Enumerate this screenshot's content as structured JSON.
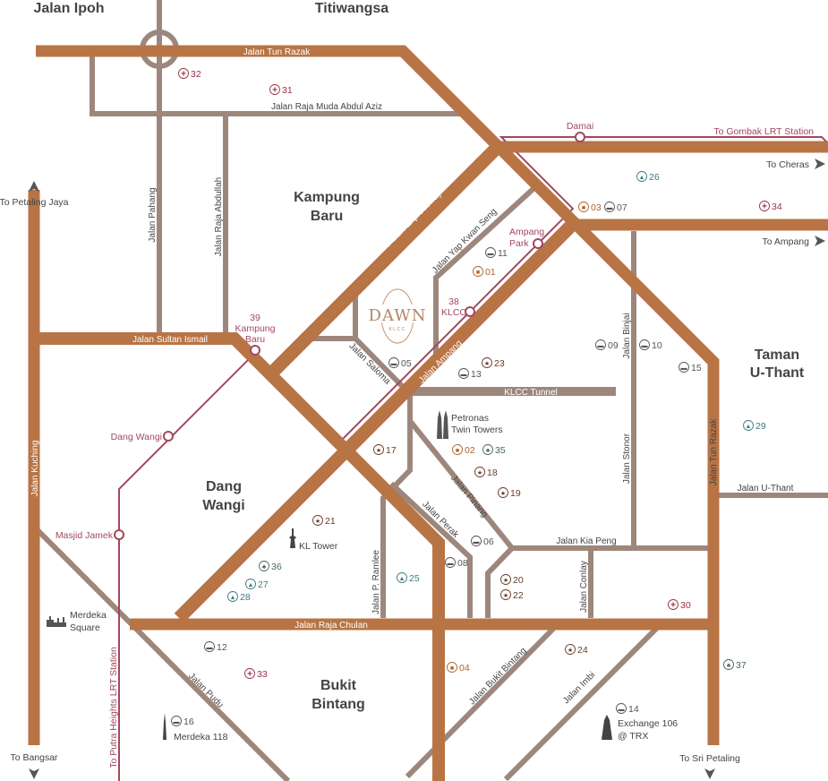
{
  "areas": {
    "jalan_ipoh": "Jalan Ipoh",
    "titiwangsa": "Titiwangsa",
    "kampung_baru": [
      "Kampung",
      "Baru"
    ],
    "taman_u_thant": [
      "Taman",
      "U-Thant"
    ],
    "dang_wangi": [
      "Dang",
      "Wangi"
    ],
    "bukit_bintang": [
      "Bukit",
      "Bintang"
    ]
  },
  "roads": {
    "tun_razak": "Jalan Tun Razak",
    "raja_muda": "Jalan Raja Muda Abdul Aziz",
    "pahang": "Jalan Pahang",
    "raja_abdullah": "Jalan Raja Abdullah",
    "akleh": "AKLEH Expressway",
    "yap_kwan_seng": "Jalan Yap Kwan Seng",
    "sultan_ismail": "Jalan Sultan Ismail",
    "saloma": "Jalan Saloma",
    "ampang": "Jalan Ampang",
    "klcc_tunnel": "KLCC Tunnel",
    "binjai": "Jalan Binjai",
    "stonor": "Jalan Stonor",
    "tun_razak_v": "Jalan Tun Razak",
    "u_thant": "Jalan U-Thant",
    "pinang": "Jalan Pinang",
    "perak": "Jalan Perak",
    "kia_peng": "Jalan Kia Peng",
    "p_ramlee": "Jalan P. Ramlee",
    "conlay": "Jalan Conlay",
    "raja_chulan": "Jalan Raja Chulan",
    "kuching": "Jalan Kuching",
    "pudu": "Jalan Pudu",
    "bukit_bintang": "Jalan Bukit Bintang",
    "imbi": "Jalan Imbi"
  },
  "directions": {
    "gombak": "To Gombak LRT Station",
    "cheras": "To Cheras",
    "ampang": "To Ampang",
    "petaling_jaya": "To Petaling Jaya",
    "bangsar": "To Bangsar",
    "sri_petaling": "To Sri Petaling",
    "putra_heights": "To Putra Heights LRT Station"
  },
  "stations": {
    "damai": "Damai",
    "ampang_park": [
      "Ampang",
      "Park"
    ],
    "klcc": [
      "38",
      "KLCC"
    ],
    "kampung_baru": [
      "39",
      "Kampung",
      "Baru"
    ],
    "dang_wangi": "Dang Wangi",
    "masjid_jamek": "Masjid Jamek"
  },
  "landmarks": {
    "kl_tower": "KL Tower",
    "petronas": [
      "Petronas",
      "Twin Towers"
    ],
    "merdeka_square": [
      "Merdeka",
      "Square"
    ],
    "merdeka_118": "Merdeka 118",
    "exchange_106": [
      "Exchange 106",
      "@ TRX"
    ]
  },
  "logo": {
    "name": "DAWN",
    "sub": "KLCC"
  },
  "categories": {
    "office": {
      "icon": "briefcase-icon",
      "color": "#555555"
    },
    "shopping": {
      "icon": "shopping-bag-icon",
      "color": "#b0622a"
    },
    "attraction": {
      "icon": "star-icon",
      "color": "#6a3b28"
    },
    "park": {
      "icon": "tree-icon",
      "color": "#4a6a55"
    },
    "hospital": {
      "icon": "hospital-cross-icon",
      "color": "#9a2f45"
    },
    "school": {
      "icon": "graduation-cap-icon",
      "color": "#3d7a82"
    }
  },
  "pois": [
    {
      "num": "32",
      "cat": "hospital"
    },
    {
      "num": "31",
      "cat": "hospital"
    },
    {
      "num": "26",
      "cat": "school"
    },
    {
      "num": "03",
      "cat": "shopping"
    },
    {
      "num": "07",
      "cat": "office"
    },
    {
      "num": "34",
      "cat": "hospital"
    },
    {
      "num": "11",
      "cat": "office"
    },
    {
      "num": "01",
      "cat": "shopping"
    },
    {
      "num": "09",
      "cat": "office"
    },
    {
      "num": "10",
      "cat": "office"
    },
    {
      "num": "15",
      "cat": "office"
    },
    {
      "num": "05",
      "cat": "office"
    },
    {
      "num": "23",
      "cat": "attraction"
    },
    {
      "num": "13",
      "cat": "office"
    },
    {
      "num": "29",
      "cat": "school"
    },
    {
      "num": "17",
      "cat": "attraction"
    },
    {
      "num": "02",
      "cat": "shopping"
    },
    {
      "num": "35",
      "cat": "park"
    },
    {
      "num": "18",
      "cat": "attraction"
    },
    {
      "num": "19",
      "cat": "attraction"
    },
    {
      "num": "21",
      "cat": "attraction"
    },
    {
      "num": "06",
      "cat": "office"
    },
    {
      "num": "36",
      "cat": "park"
    },
    {
      "num": "08",
      "cat": "office"
    },
    {
      "num": "27",
      "cat": "school"
    },
    {
      "num": "25",
      "cat": "school"
    },
    {
      "num": "28",
      "cat": "school"
    },
    {
      "num": "20",
      "cat": "attraction"
    },
    {
      "num": "22",
      "cat": "attraction"
    },
    {
      "num": "30",
      "cat": "hospital"
    },
    {
      "num": "12",
      "cat": "office"
    },
    {
      "num": "24",
      "cat": "attraction"
    },
    {
      "num": "33",
      "cat": "hospital"
    },
    {
      "num": "04",
      "cat": "shopping"
    },
    {
      "num": "37",
      "cat": "park"
    },
    {
      "num": "16",
      "cat": "office"
    },
    {
      "num": "14",
      "cat": "office"
    }
  ]
}
